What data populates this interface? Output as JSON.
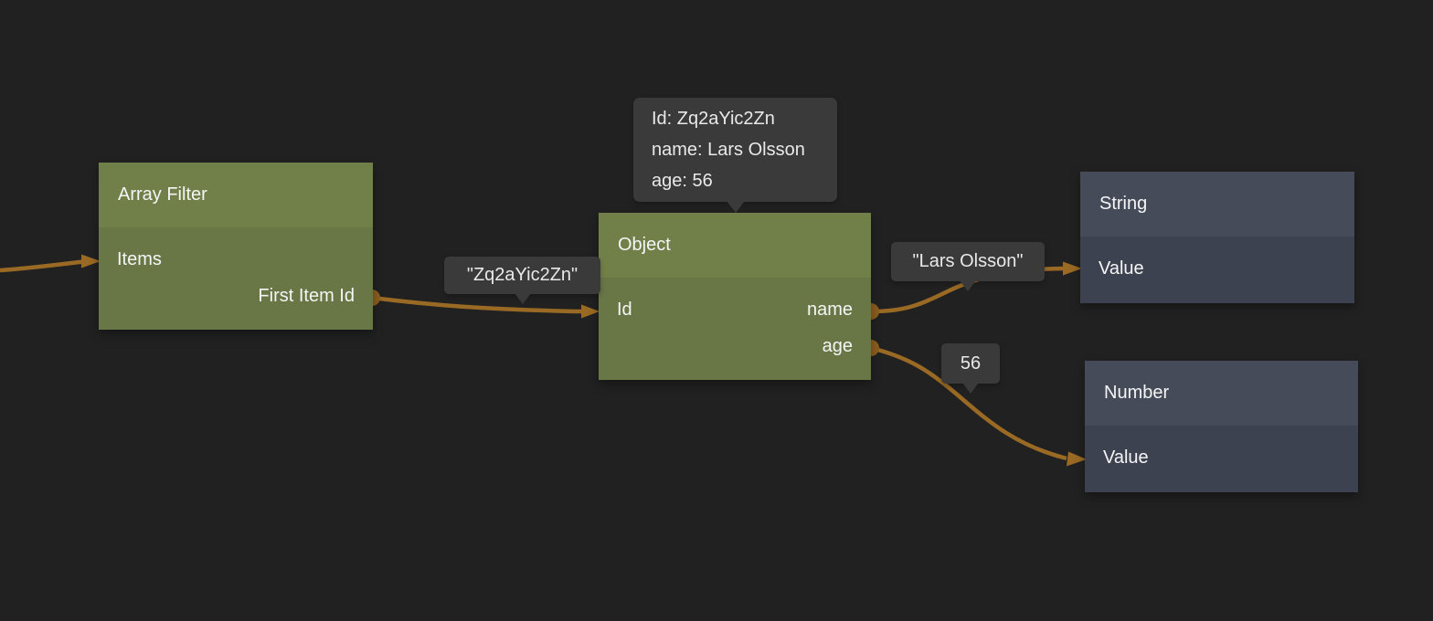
{
  "editor": {
    "background_color": "#212121",
    "wire_color": "#9a6a24",
    "port_dot_color": "#8a5d1e",
    "tooltip_background_color": "#3a3a3a",
    "green_node_header_color": "#718049",
    "green_node_body_color": "#697747",
    "slate_node_header_color": "#454b59",
    "slate_node_body_color": "#3c4250"
  },
  "nodes": [
    {
      "title": "Array Filter",
      "ports": {
        "items": "Items",
        "first_item_id": "First Item Id"
      }
    },
    {
      "title": "Object",
      "ports": {
        "id": "Id",
        "name": "name",
        "age": "age"
      }
    },
    {
      "title": "String",
      "ports": {
        "value": "Value"
      }
    },
    {
      "title": "Number",
      "ports": {
        "value": "Value"
      }
    }
  ],
  "edge_labels": {
    "id_value": "\"Zq2aYic2Zn\"",
    "name_value": "\"Lars Olsson\"",
    "age_value": "56"
  },
  "object_tooltip": {
    "lines": [
      "Id: Zq2aYic2Zn",
      "name: Lars Olsson",
      "age: 56"
    ]
  }
}
